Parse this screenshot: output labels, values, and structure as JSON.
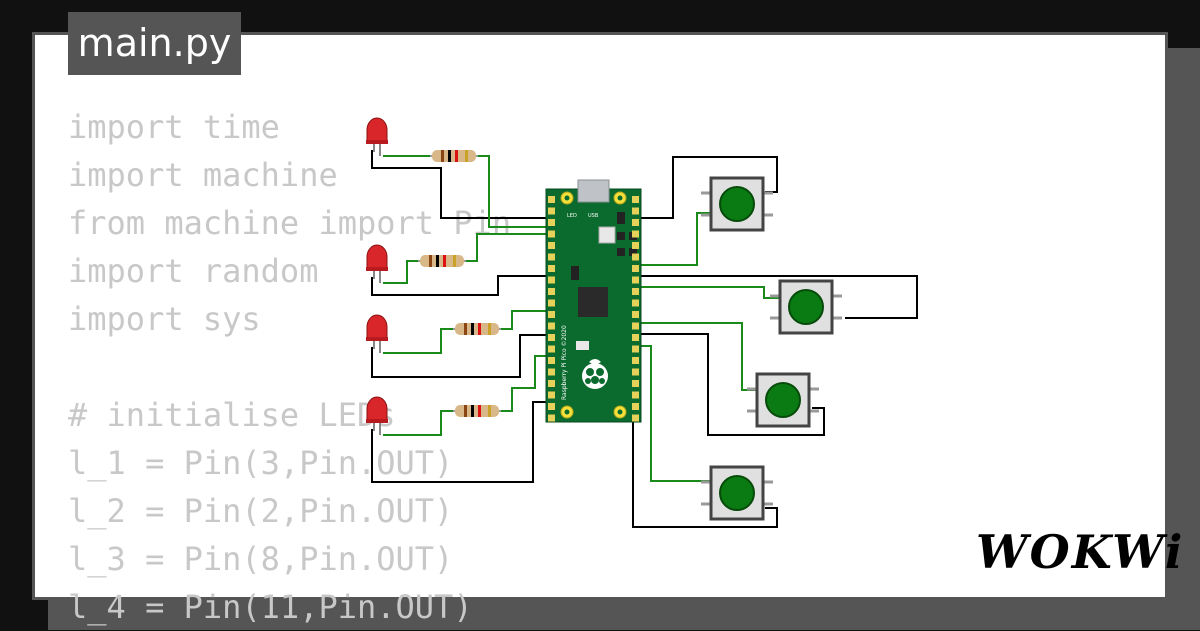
{
  "tab": {
    "title": "main.py"
  },
  "code_lines": [
    "import time",
    "import machine",
    "from machine import Pin",
    "import random",
    "import sys",
    "",
    "# initialise LEDs",
    "l_1 = Pin(3,Pin.OUT)",
    "l_2 = Pin(2,Pin.OUT)",
    "l_3 = Pin(8,Pin.OUT)",
    "l_4 = Pin(11,Pin.OUT)"
  ],
  "board": {
    "label": "Raspberry Pi Pico ©2020",
    "led_label": "LED",
    "usb_label": "USB"
  },
  "brand": {
    "name": "WOKWi"
  },
  "colors": {
    "board": "#0b6b2e",
    "button": "#0a7a12",
    "led": "#d9262a",
    "wire_green": "#1a8a1a",
    "wire_black": "#000000"
  }
}
